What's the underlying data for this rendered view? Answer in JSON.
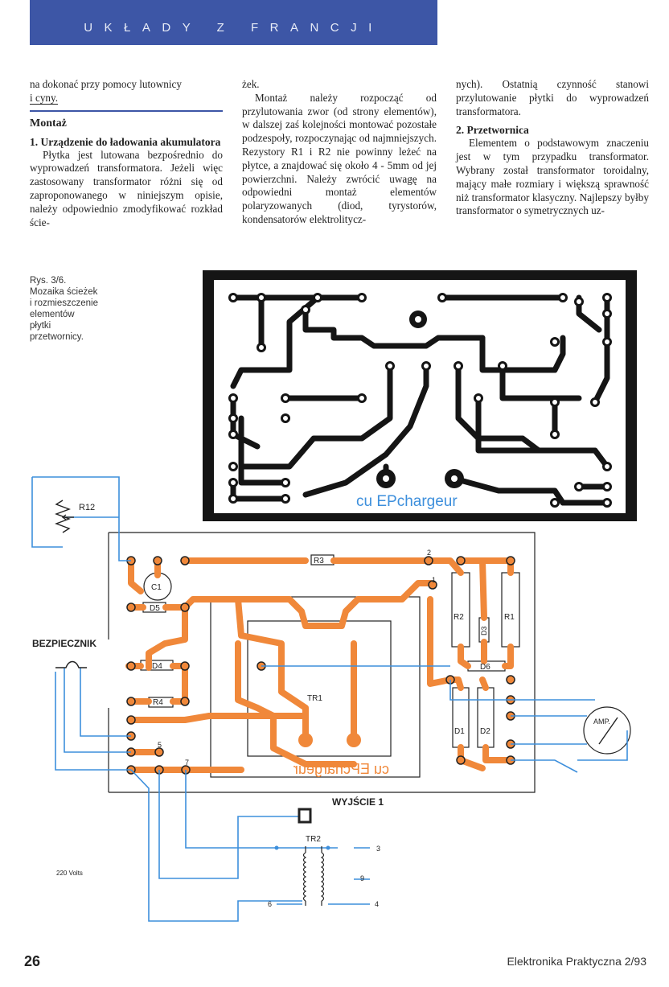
{
  "banner": {
    "title": "UKŁADY Z FRANCJI",
    "color": "#3d56a6"
  },
  "col1": {
    "p0a": "na dokonać przy pomocy lutownicy",
    "p0b": "i cyny.",
    "section": "Montaż",
    "sub1": "1. Urządzenie do ładowania akumulatora",
    "p1": "Płytka jest lutowana bezpośrednio do wyprowadzeń transformatora. Jeżeli więc zastosowany transformator różni się od zaproponowanego w niniejszym opisie, należy odpowiednio zmodyfikować rozkład ście-"
  },
  "col2": {
    "p0": "żek.",
    "p1": "Montaż należy rozpocząć od przylutowania zwor (od strony elementów), w dalszej zaś kolejności montować pozostałe podzespoły, rozpoczynając od najmniejszych. Rezystory R1 i R2 nie powinny leżeć na płytce, a znajdować się około 4 - 5mm od jej powierzchni. Należy zwrócić uwagę na odpowiedni montaż elementów polaryzowanych (diod, tyrystorów, kondensatorów elektrolitycz-"
  },
  "col3": {
    "p0": "nych). Ostatnią czynność stanowi przylutowanie płytki do wyprowadzeń transformatora.",
    "sub2": "2. Przetwornica",
    "p1": "Elementem o podstawowym znaczeniu jest w tym przypadku transformator. Wybrany został transformator toroidalny, mający małe rozmiary i większą sprawność niż transformator klasyczny. Najlepszy byłby transformator o symetrycznych uz-"
  },
  "caption": {
    "l1": "Rys. 3/6.",
    "l2": "Mozaika ścieżek",
    "l3": "i rozmieszczenie",
    "l4": "elementów",
    "l5": "płytki",
    "l6": "przetwornicy."
  },
  "pcb_top": {
    "logo": "cu EPchargeur"
  },
  "diagram": {
    "r12": "R12",
    "r3": "R3",
    "c1": "C1",
    "d5": "D5",
    "d4": "D4",
    "r4": "R4",
    "r2": "R2",
    "r1": "R1",
    "d3": "D3",
    "d6": "D6",
    "d1": "D1",
    "d2": "D2",
    "tr1": "TR1",
    "tr2": "TR2",
    "amp": "AMP.",
    "n1": "1",
    "n2": "2",
    "n5": "5",
    "n7": "7",
    "t3": "3",
    "t9": "9",
    "t6": "6",
    "t4": "4",
    "fuse": "BEZPIECZNIK",
    "output": "WYJŚCIE 1",
    "mains": "220 Volts",
    "mirror": "cu EPchargeur",
    "trace_color": "#f0883a",
    "wire_color": "#3d8fdc"
  },
  "footer": {
    "page": "26",
    "magazine": "Elektronika Praktyczna 2/93"
  }
}
